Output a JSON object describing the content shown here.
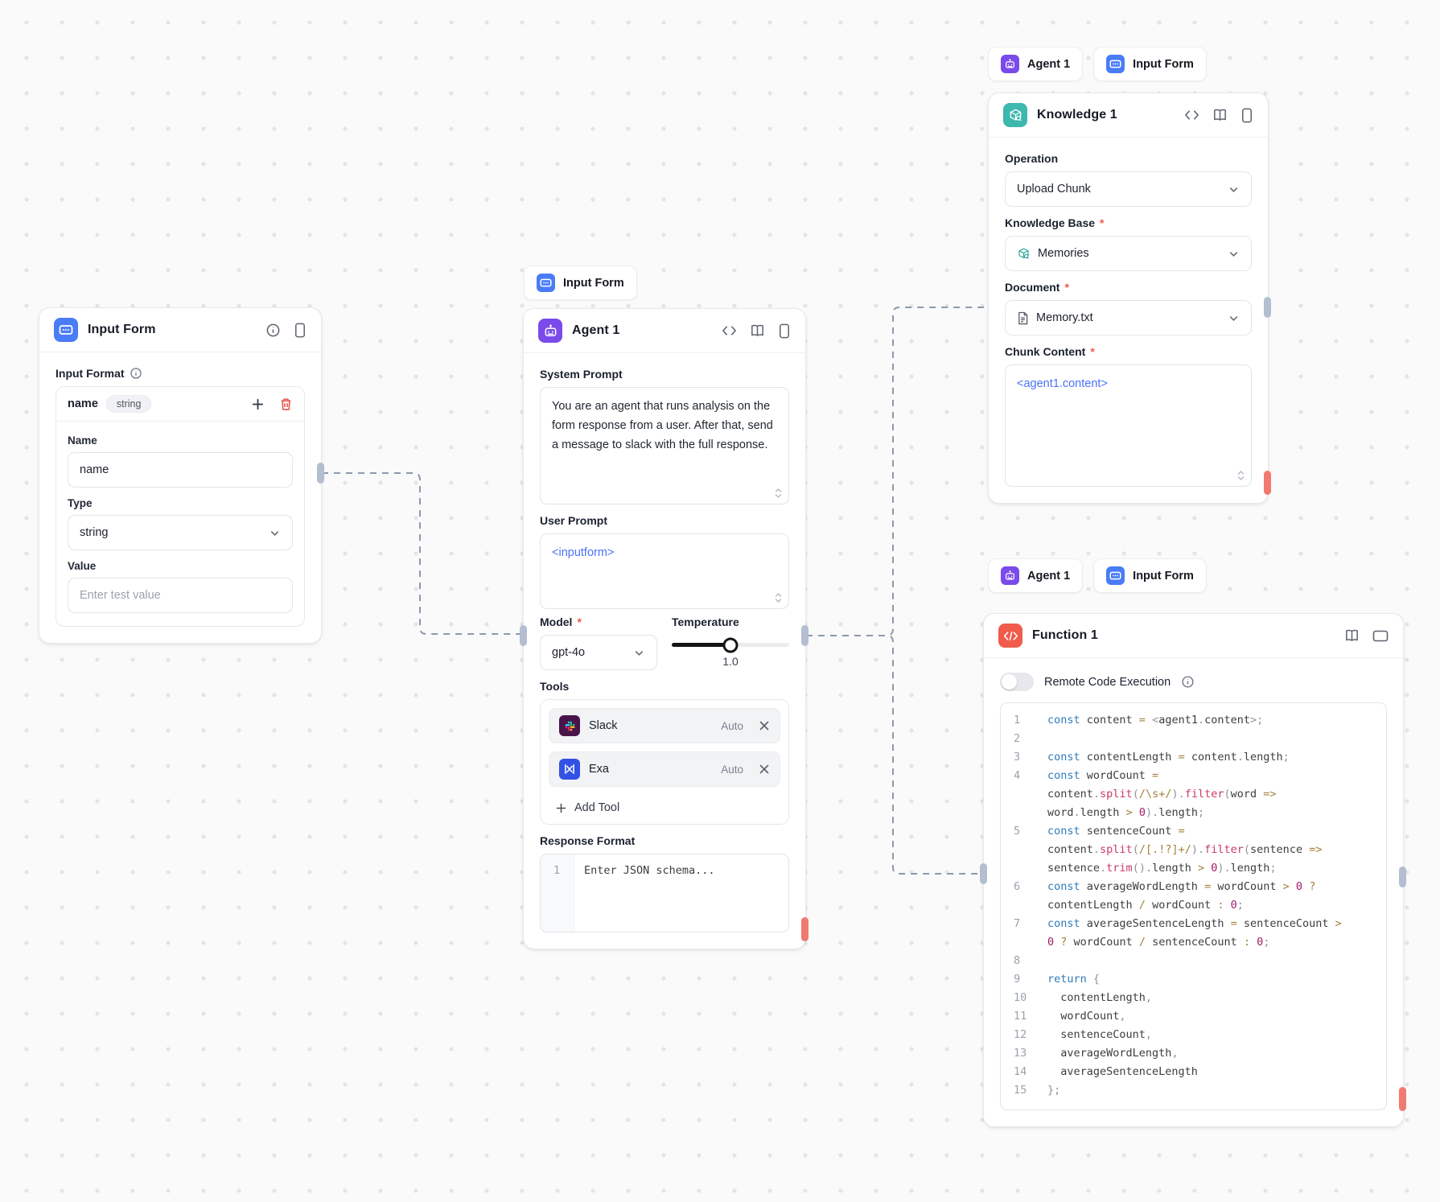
{
  "colors": {
    "input_form_icon_bg": "#4a7cf7",
    "agent_icon_bg": "#7a4bea",
    "knowledge_icon_bg": "#3cb8ae",
    "function_icon_bg": "#f05c4c",
    "slack_icon_bg": "#48144a",
    "exa_icon_bg": "#3152e4",
    "wire": "#8c99ad",
    "port_gray": "#b3bfd0",
    "port_red": "#f2796f",
    "token_blue": "#4a72f5",
    "code_keyword": "#2f7ab8",
    "code_function": "#cc3a63",
    "code_operator": "#a4813c",
    "code_number": "#a21a68"
  },
  "badges": {
    "above_agent": [
      {
        "label": "Input Form"
      }
    ],
    "above_knowledge": [
      {
        "label": "Agent 1"
      },
      {
        "label": "Input Form"
      }
    ],
    "above_function": [
      {
        "label": "Agent 1"
      },
      {
        "label": "Input Form"
      }
    ]
  },
  "input_form_node": {
    "title": "Input Form",
    "section_label": "Input Format",
    "group": {
      "field_name": "name",
      "type_pill": "string"
    },
    "name_label": "Name",
    "name_value": "name",
    "type_label": "Type",
    "type_value": "string",
    "value_label": "Value",
    "value_placeholder": "Enter test value"
  },
  "agent_node": {
    "title": "Agent 1",
    "system_prompt_label": "System Prompt",
    "system_prompt_value": "You are an agent that runs analysis on the form response from a user. After that, send a message to slack with the full response.",
    "user_prompt_label": "User Prompt",
    "user_prompt_value": "<inputform>",
    "model_label": "Model",
    "model_value": "gpt-4o",
    "temperature_label": "Temperature",
    "temperature_value": "1.0",
    "tools_label": "Tools",
    "tools": [
      {
        "name": "Slack",
        "mode": "Auto"
      },
      {
        "name": "Exa",
        "mode": "Auto"
      }
    ],
    "add_tool_label": "Add Tool",
    "response_format_label": "Response Format",
    "response_gutter": "1",
    "response_placeholder": "Enter JSON schema..."
  },
  "knowledge_node": {
    "title": "Knowledge 1",
    "operation_label": "Operation",
    "operation_value": "Upload Chunk",
    "kb_label": "Knowledge Base",
    "kb_value": "Memories",
    "document_label": "Document",
    "document_value": "Memory.txt",
    "chunk_label": "Chunk Content",
    "chunk_value": "<agent1.content>"
  },
  "function_node": {
    "title": "Function 1",
    "toggle_label": "Remote Code Execution",
    "code_lines": [
      {
        "n": "1",
        "t": [
          [
            "kw",
            "const"
          ],
          [
            "id",
            " content "
          ],
          [
            "op",
            "="
          ],
          [
            "id",
            " "
          ],
          [
            "pun",
            "<"
          ],
          [
            "id",
            "agent1"
          ],
          [
            "pun",
            "."
          ],
          [
            "id",
            "content"
          ],
          [
            "pun",
            ">;"
          ]
        ]
      },
      {
        "n": "2",
        "t": []
      },
      {
        "n": "3",
        "t": [
          [
            "kw",
            "const"
          ],
          [
            "id",
            " contentLength "
          ],
          [
            "op",
            "="
          ],
          [
            "id",
            " content"
          ],
          [
            "pun",
            "."
          ],
          [
            "id",
            "length"
          ],
          [
            "pun",
            ";"
          ]
        ]
      },
      {
        "n": "4",
        "t": [
          [
            "kw",
            "const"
          ],
          [
            "id",
            " wordCount "
          ],
          [
            "op",
            "="
          ]
        ]
      },
      {
        "n": "",
        "t": [
          [
            "id",
            "content"
          ],
          [
            "pun",
            "."
          ],
          [
            "fn",
            "split"
          ],
          [
            "pun",
            "("
          ],
          [
            "re",
            "/\\s+/"
          ],
          [
            "pun",
            ")."
          ],
          [
            "fn",
            "filter"
          ],
          [
            "pun",
            "("
          ],
          [
            "id",
            "word "
          ],
          [
            "op",
            "=>"
          ]
        ]
      },
      {
        "n": "",
        "t": [
          [
            "id",
            "word"
          ],
          [
            "pun",
            "."
          ],
          [
            "id",
            "length "
          ],
          [
            "op",
            ">"
          ],
          [
            "id",
            " "
          ],
          [
            "num",
            "0"
          ],
          [
            "pun",
            ")."
          ],
          [
            "id",
            "length"
          ],
          [
            "pun",
            ";"
          ]
        ]
      },
      {
        "n": "5",
        "t": [
          [
            "kw",
            "const"
          ],
          [
            "id",
            " sentenceCount "
          ],
          [
            "op",
            "="
          ]
        ]
      },
      {
        "n": "",
        "t": [
          [
            "id",
            "content"
          ],
          [
            "pun",
            "."
          ],
          [
            "fn",
            "split"
          ],
          [
            "pun",
            "("
          ],
          [
            "re",
            "/[.!?]+/"
          ],
          [
            "pun",
            ")."
          ],
          [
            "fn",
            "filter"
          ],
          [
            "pun",
            "("
          ],
          [
            "id",
            "sentence "
          ],
          [
            "op",
            "=>"
          ]
        ]
      },
      {
        "n": "",
        "t": [
          [
            "id",
            "sentence"
          ],
          [
            "pun",
            "."
          ],
          [
            "fn",
            "trim"
          ],
          [
            "pun",
            "()."
          ],
          [
            "id",
            "length "
          ],
          [
            "op",
            ">"
          ],
          [
            "id",
            " "
          ],
          [
            "num",
            "0"
          ],
          [
            "pun",
            ")."
          ],
          [
            "id",
            "length"
          ],
          [
            "pun",
            ";"
          ]
        ]
      },
      {
        "n": "6",
        "t": [
          [
            "kw",
            "const"
          ],
          [
            "id",
            " averageWordLength "
          ],
          [
            "op",
            "="
          ],
          [
            "id",
            " wordCount "
          ],
          [
            "op",
            ">"
          ],
          [
            "id",
            " "
          ],
          [
            "num",
            "0"
          ],
          [
            "id",
            " "
          ],
          [
            "op",
            "?"
          ]
        ]
      },
      {
        "n": "",
        "t": [
          [
            "id",
            "contentLength "
          ],
          [
            "op",
            "/"
          ],
          [
            "id",
            " wordCount "
          ],
          [
            "op",
            ":"
          ],
          [
            "id",
            " "
          ],
          [
            "num",
            "0"
          ],
          [
            "pun",
            ";"
          ]
        ]
      },
      {
        "n": "7",
        "t": [
          [
            "kw",
            "const"
          ],
          [
            "id",
            " averageSentenceLength "
          ],
          [
            "op",
            "="
          ],
          [
            "id",
            " sentenceCount "
          ],
          [
            "op",
            ">"
          ]
        ]
      },
      {
        "n": "",
        "t": [
          [
            "num",
            "0"
          ],
          [
            "id",
            " "
          ],
          [
            "op",
            "?"
          ],
          [
            "id",
            " wordCount "
          ],
          [
            "op",
            "/"
          ],
          [
            "id",
            " sentenceCount "
          ],
          [
            "op",
            ":"
          ],
          [
            "id",
            " "
          ],
          [
            "num",
            "0"
          ],
          [
            "pun",
            ";"
          ]
        ]
      },
      {
        "n": "8",
        "t": []
      },
      {
        "n": "9",
        "t": [
          [
            "kw",
            "return"
          ],
          [
            "id",
            " "
          ],
          [
            "pun",
            "{"
          ]
        ]
      },
      {
        "n": "10",
        "t": [
          [
            "id",
            "  contentLength"
          ],
          [
            "pun",
            ","
          ]
        ]
      },
      {
        "n": "11",
        "t": [
          [
            "id",
            "  wordCount"
          ],
          [
            "pun",
            ","
          ]
        ]
      },
      {
        "n": "12",
        "t": [
          [
            "id",
            "  sentenceCount"
          ],
          [
            "pun",
            ","
          ]
        ]
      },
      {
        "n": "13",
        "t": [
          [
            "id",
            "  averageWordLength"
          ],
          [
            "pun",
            ","
          ]
        ]
      },
      {
        "n": "14",
        "t": [
          [
            "id",
            "  averageSentenceLength"
          ]
        ]
      },
      {
        "n": "15",
        "t": [
          [
            "pun",
            "};"
          ]
        ]
      }
    ]
  }
}
